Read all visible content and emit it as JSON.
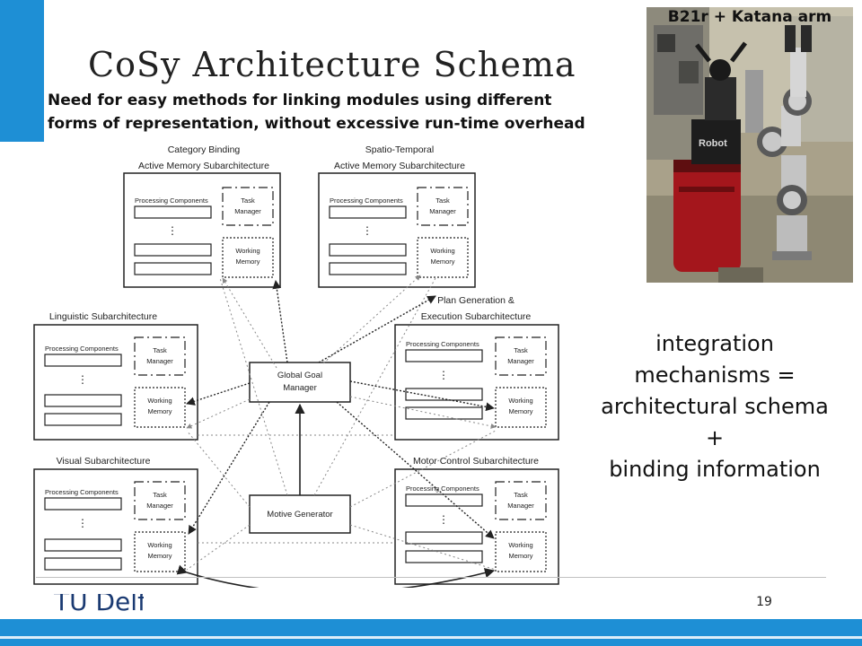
{
  "slide": {
    "title": "CoSy Architecture Schema",
    "subtitle_lines": [
      "Need for easy methods for linking modules using different",
      "forms of representation, without excessive run-time overhead"
    ],
    "photo_caption": "B21r + Katana arm",
    "photo_label": "Robot",
    "integration_lines": [
      "integration",
      "mechanisms =",
      "architectural schema",
      "+",
      "binding information"
    ],
    "logo_text": "TU Delft",
    "page_number": "19",
    "colors": {
      "accent": "#1e8fd5",
      "diagram_line": "#222222",
      "dashed_arrow": "#888888"
    }
  },
  "diagram": {
    "subarchitectures": [
      {
        "title_lines": [
          "Category Binding",
          "Active Memory Subarchitecture"
        ]
      },
      {
        "title_lines": [
          "Spatio-Temporal",
          "Active Memory Subarchitecture"
        ]
      },
      {
        "title_lines": [
          "Linguistic Subarchitecture"
        ]
      },
      {
        "title_lines": [
          "Plan Generation &",
          "Execution Subarchitecture"
        ]
      },
      {
        "title_lines": [
          "Visual Subarchitecture"
        ]
      },
      {
        "title_lines": [
          "Motor Control Subarchitecture"
        ]
      }
    ],
    "processing_components": "Processing Components",
    "ellipsis": "⋮",
    "task_manager_lines": [
      "Task",
      "Manager"
    ],
    "working_memory_lines": [
      "Working",
      "Memory"
    ],
    "global_goal_manager_lines": [
      "Global Goal",
      "Manager"
    ],
    "motive_generator": "Motive Generator"
  }
}
